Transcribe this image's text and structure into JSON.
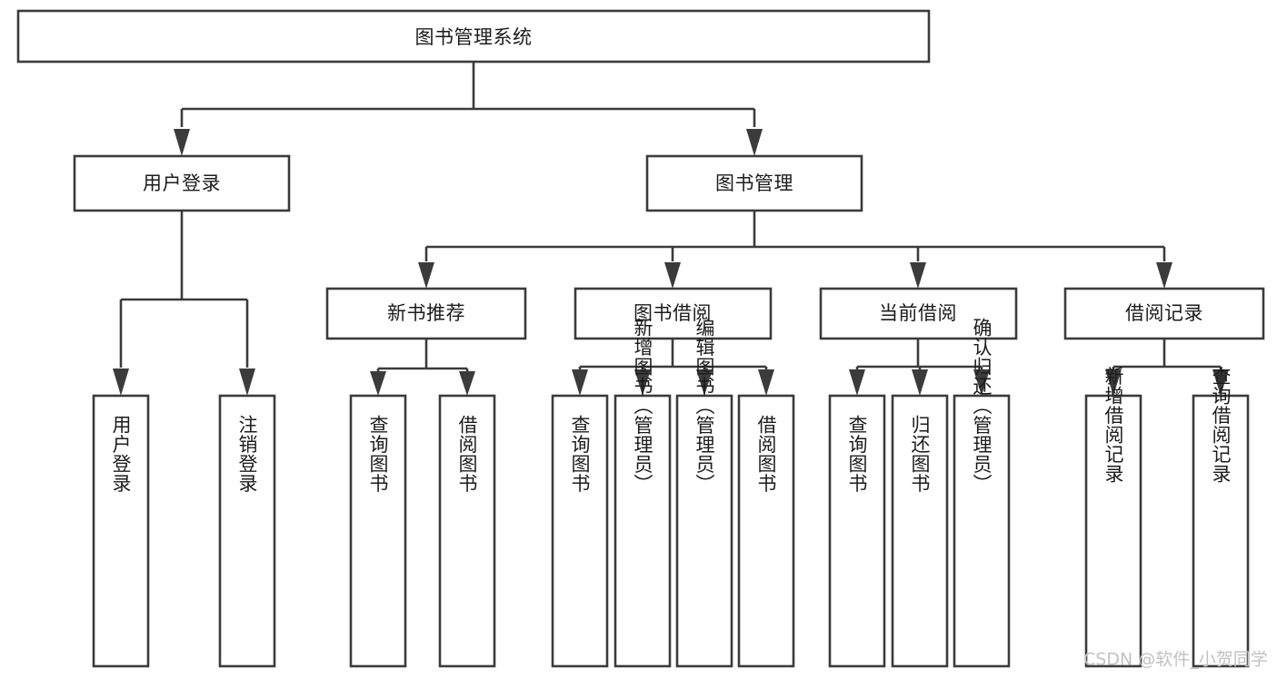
{
  "diagram": {
    "type": "hierarchy-tree",
    "title": "图书管理系统",
    "orientation": "top-down",
    "style": {
      "box_fill": "#ffffff",
      "box_stroke": "#3b3b3b",
      "line_color": "#3b3b3b",
      "text_color": "#1c1c1c",
      "background": "#ffffff"
    },
    "root": {
      "label": "图书管理系统"
    },
    "level1": [
      {
        "label": "用户登录"
      },
      {
        "label": "图书管理"
      }
    ],
    "level2": [
      {
        "label": "新书推荐"
      },
      {
        "label": "图书借阅"
      },
      {
        "label": "当前借阅"
      },
      {
        "label": "借阅记录"
      }
    ],
    "leaves": {
      "user_login": [
        {
          "label": "用户登录"
        },
        {
          "label": "注销登录"
        }
      ],
      "new_book_recommend": [
        {
          "label": "查询图书"
        },
        {
          "label": "借阅图书"
        }
      ],
      "book_borrow": [
        {
          "label": "查询图书"
        },
        {
          "label": "新增图书（管理员）"
        },
        {
          "label": "编辑图书（管理员）"
        },
        {
          "label": "借阅图书"
        }
      ],
      "current_borrow": [
        {
          "label": "查询图书"
        },
        {
          "label": "归还图书"
        },
        {
          "label": "确认归还（管理员）"
        }
      ],
      "borrow_record": [
        {
          "label": "新增借阅记录"
        },
        {
          "label": "查询借阅记录"
        }
      ]
    }
  },
  "watermark": {
    "text": "CSDN @软件_小贺同学"
  }
}
